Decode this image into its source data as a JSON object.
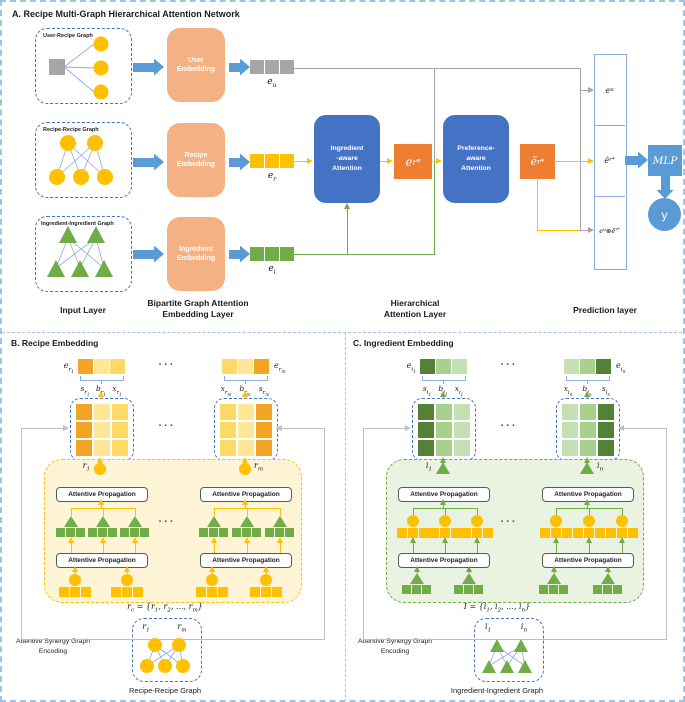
{
  "colors": {
    "accent_blue": "#4472C4",
    "arrow_blue": "#5B9BD5",
    "pale_blue": "#8FAADC",
    "dashed_border_blue": "#9DC3E6",
    "orange": "#ED7D31",
    "salmon": "#F4B183",
    "yellow": "#FFC000",
    "yellow_dark": "#F4A425",
    "yellow_mid": "#FFD966",
    "yellow_light": "#FFE699",
    "yellow_fill": "#FFF4D6",
    "green": "#70AD47",
    "green_dark": "#538135",
    "green_mid": "#A9D18E",
    "green_light": "#C5E0B4",
    "green_fill": "#EAF2E2",
    "gray": "#A6A6A6",
    "frame_gray": "#BFBFBF"
  },
  "panel_a": {
    "title": "A. Recipe Multi-Graph Hierarchical Attention Network",
    "graphs": {
      "user_recipe": "User-Recipe Graph",
      "recipe_recipe": "Recipe-Recipe Graph",
      "ingredient_ingredient": "Ingredient-Ingredient Graph"
    },
    "embeddings": {
      "user": "User\nEmbedding",
      "recipe": "Recipe\nEmbedding",
      "ingredient": "Ingredient\nEmbedding"
    },
    "vectors": {
      "eu": "e<sub>u</sub>",
      "er": "e<sub>r</sub>",
      "ei": "e<sub>i</sub>"
    },
    "attention": {
      "ingredient_aware": "Ingredient\n-aware\nAttention",
      "preference_aware": "Preference-\naware\nAttention"
    },
    "intermediate": {
      "er_star": "e<sub>r</sub><sup>*</sup>",
      "er_tilde_star": "ẽ<sub>r</sub><sup>*</sup>"
    },
    "prediction": {
      "eu": "e<sub>u</sub>",
      "er_tilde_star": "ẽ<sub>r</sub><sup>*</sup>",
      "product": "e<sub>u</sub>⊗ẽ<sub>r</sub><sup>*</sup>",
      "mlp": "MLP",
      "y": "y"
    },
    "layer_labels": {
      "input": "Input Layer",
      "bipartite": "Bipartite Graph Attention\nEmbedding Layer",
      "hierarchical": "Hierarchical\nAttention Layer",
      "prediction": "Prediction layer"
    }
  },
  "panel_b": {
    "header": "B. Recipe Embedding",
    "dots": "···",
    "vec_left": "e<sub>r<sub>1</sub></sub>",
    "vec_right": "e<sub>r<sub>m</sub></sub>",
    "parts_left": {
      "s": "s<sub>r<sub>1</sub></sub>",
      "b": "b<sub>r<sub>1</sub></sub>",
      "x": "x<sub>r<sub>1</sub></sub>"
    },
    "parts_right": {
      "x": "x<sub>r<sub>m</sub></sub>",
      "b": "b<sub>r<sub>m</sub></sub>",
      "s": "s<sub>r<sub>m</sub></sub>"
    },
    "node_left": "r<sub>1</sub>",
    "node_right": "r<sub>m</sub>",
    "attentive_propagation": "Attentive Propagation",
    "formula": "r<sub>c</sub> = {r<sub>1</sub>, r<sub>2</sub>, ..., r<sub>m</sub>}",
    "graph_node_left": "r<sub>1</sub>",
    "graph_node_right": "r<sub>m</sub>",
    "graph_caption": "Recipe-Recipe Graph",
    "side_label": "Attentive Synergy Graph\nEncoding"
  },
  "panel_c": {
    "header": "C. Ingredient Embedding",
    "dots": "···",
    "vec_left": "e<sub>i<sub>1</sub></sub>",
    "vec_right": "e<sub>i<sub>n</sub></sub>",
    "parts_left": {
      "s": "s<sub>i<sub>1</sub></sub>",
      "b": "b<sub>i<sub>1</sub></sub>",
      "x": "x<sub>i<sub>1</sub></sub>"
    },
    "parts_right": {
      "x": "x<sub>i<sub>n</sub></sub>",
      "b": "b<sub>i<sub>n</sub></sub>",
      "s": "s<sub>i<sub>n</sub></sub>"
    },
    "node_left": "i<sub>1</sub>",
    "node_right": "i<sub>n</sub>",
    "attentive_propagation": "Attentive Propagation",
    "formula": "I = {i<sub>1</sub>, i<sub>2</sub>, ..., i<sub>n</sub>}",
    "graph_node_left": "i<sub>1</sub>",
    "graph_node_right": "i<sub>n</sub>",
    "graph_caption": "Ingredient-Ingredient Graph",
    "side_label": "Attentive Synergy Graph\nEncoding"
  }
}
